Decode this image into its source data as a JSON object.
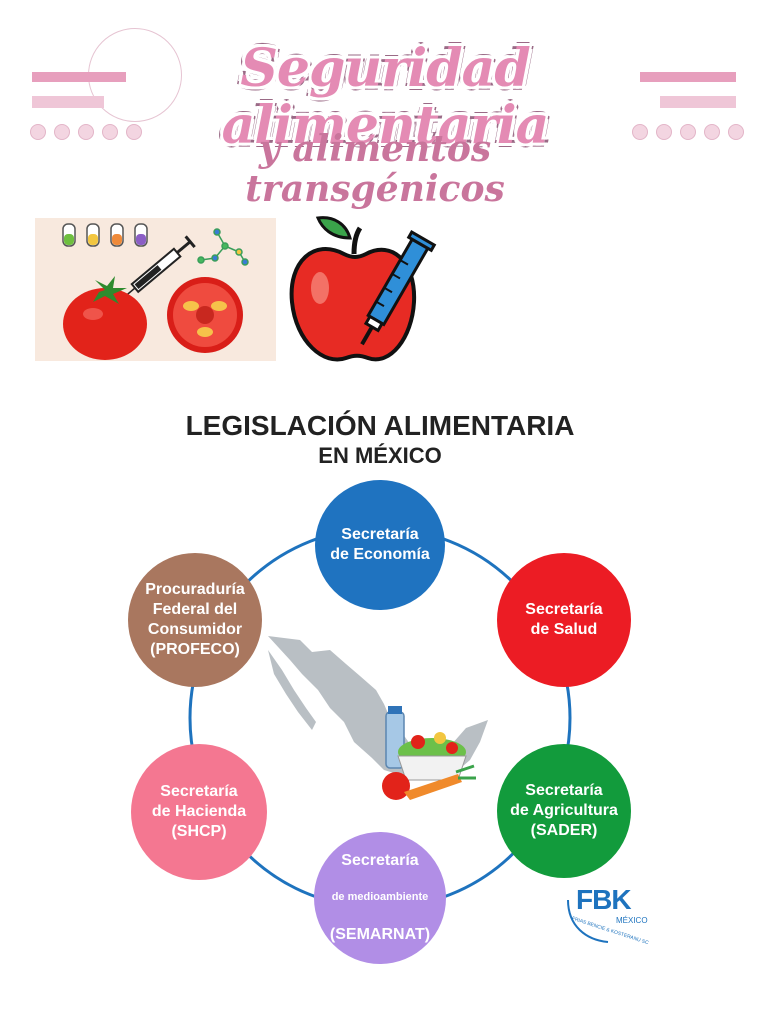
{
  "header": {
    "title": "Seguridad alimentaria",
    "subtitle": "y alimentos transgénicos"
  },
  "icons": [
    "test-tubes-icon",
    "syringe-icon",
    "molecule-icon",
    "tomato-icon",
    "tomato-slice-icon",
    "apple-icon"
  ],
  "diagram": {
    "title": "LEGISLACIÓN ALIMENTARIA",
    "subtitle": "EN MÉXICO",
    "nodes": [
      {
        "label": "Secretaría\nde Economía",
        "color": "#1f73c0"
      },
      {
        "label": "Secretaría\nde Salud",
        "color": "#ec1c24"
      },
      {
        "label": "Secretaría\nde Agricultura\n(SADER)",
        "color": "#129b3c"
      },
      {
        "label_top": "Secretaría",
        "label_mid": "de medioambiente",
        "label_bottom": "(SEMARNAT)",
        "color": "#b18ee6"
      },
      {
        "label": "Secretaría\nde Hacienda\n(SHCP)",
        "color": "#f47791"
      },
      {
        "label": "Procuraduría\nFederal del\nConsumidor\n(PROFECO)",
        "color": "#a9775f"
      }
    ],
    "ring_color": "#1e73be",
    "map_color": "#b9bfc4"
  },
  "logo": {
    "mark": "FBK",
    "country": "MÉXICO",
    "tagline": "FRIAS BENCIE & KOSTERANU SC"
  }
}
